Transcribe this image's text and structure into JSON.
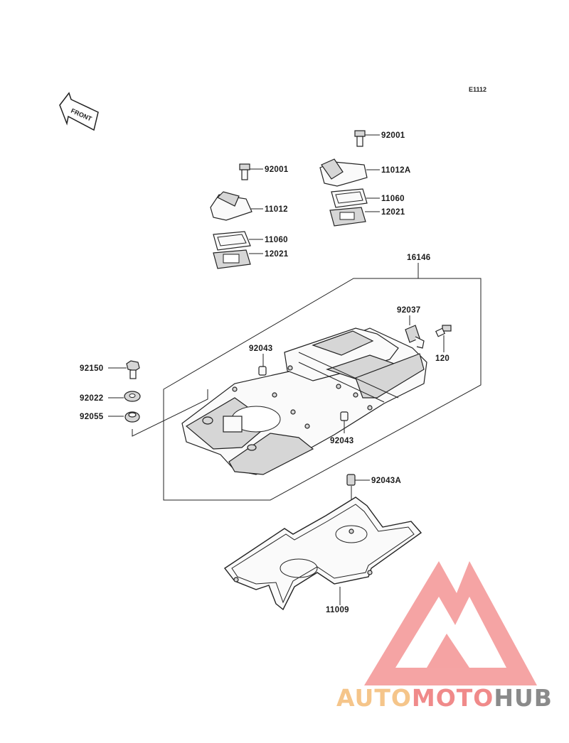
{
  "diagram_code": "E1112",
  "front_arrow_text": "FRONT",
  "parts": {
    "bolt_92001_left": "92001",
    "cap_11012": "11012",
    "gasket_11060_left": "11060",
    "plate_12021_left": "12021",
    "bolt_92001_right": "92001",
    "cap_11012A": "11012A",
    "gasket_11060_right": "11060",
    "plate_12021_right": "12021",
    "cover_assy_16146": "16146",
    "bracket_92037": "92037",
    "bolt_120": "120",
    "dowel_92043_top": "92043",
    "dowel_92043_bottom": "92043",
    "bolt_92150": "92150",
    "washer_92022": "92022",
    "grommet_92055": "92055",
    "pin_92043A": "92043A",
    "gasket_11009": "11009"
  },
  "watermark": {
    "part1": "AUTO",
    "part2": "MOTO",
    "part3": "HUB",
    "color1": "#f5c58a",
    "color2": "#f08a8a",
    "color3": "#8a8a8a",
    "logo_color": "#f07070"
  }
}
